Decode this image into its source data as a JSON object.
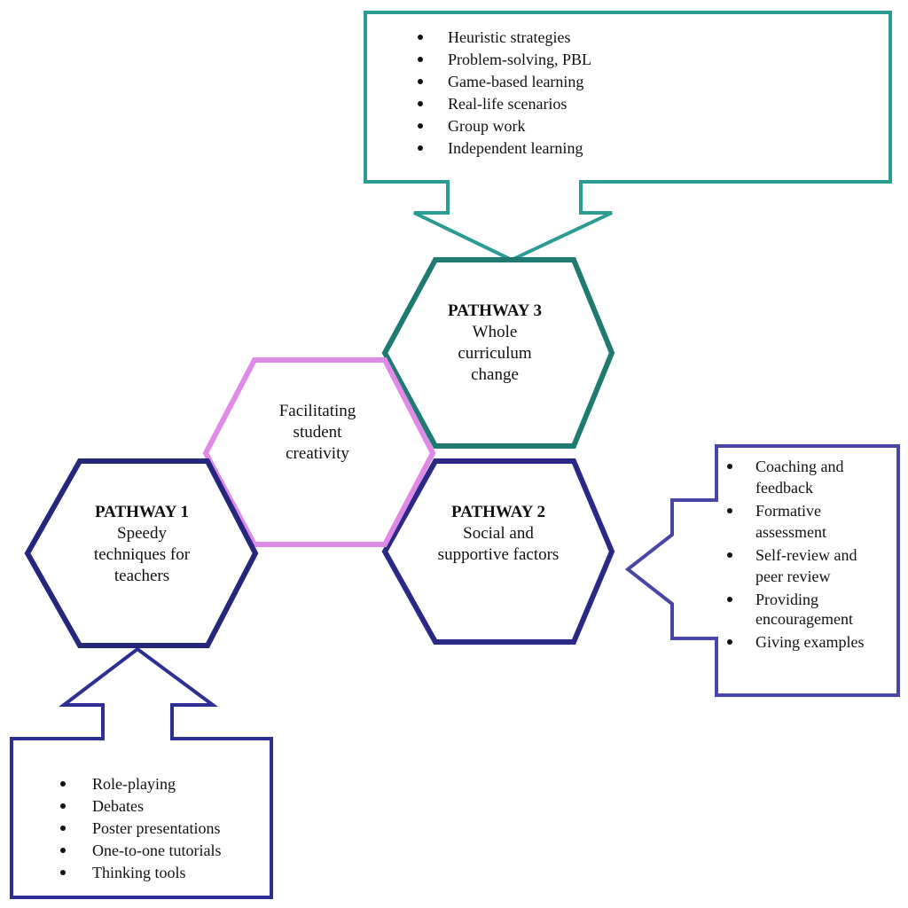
{
  "diagram": {
    "center": {
      "lines": [
        "Facilitating",
        "student",
        "creativity"
      ],
      "color": "#e08ae8"
    },
    "pathway1": {
      "title": "PATHWAY 1",
      "lines": [
        "Speedy",
        "techniques for",
        "teachers"
      ],
      "color": "#25287a",
      "callout_color": "#2e2f94",
      "items": [
        "Role-playing",
        "Debates",
        "Poster presentations",
        "One-to-one tutorials",
        "Thinking tools"
      ]
    },
    "pathway2": {
      "title": "PATHWAY 2",
      "lines": [
        "Social and",
        "supportive factors"
      ],
      "color": "#2a2a86",
      "callout_color": "#4a46a8",
      "items": [
        [
          "Coaching and",
          "feedback"
        ],
        [
          "Formative",
          "assessment"
        ],
        [
          "Self-review and",
          "peer review"
        ],
        [
          "Providing",
          "encouragement"
        ],
        [
          "Giving examples"
        ]
      ]
    },
    "pathway3": {
      "title": "PATHWAY 3",
      "lines": [
        "Whole",
        "curriculum",
        "change"
      ],
      "color": "#1f7a72",
      "callout_color": "#2a9c94",
      "items": [
        "Heuristic strategies",
        "Problem-solving, PBL",
        "Game-based learning",
        "Real-life scenarios",
        "Group work",
        "Independent learning"
      ]
    }
  }
}
